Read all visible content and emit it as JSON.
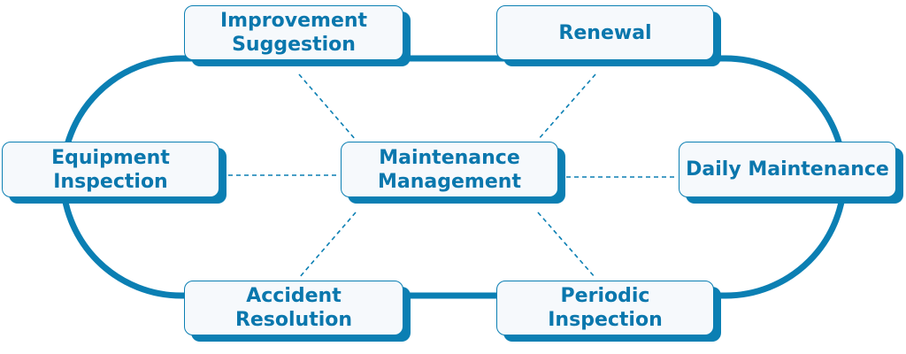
{
  "colors": {
    "accent": "#0b7fb3",
    "text": "#0a77ad",
    "node_fill": "#f6f9fc",
    "background": "#ffffff"
  },
  "diagram": {
    "center": {
      "label": "Maintenance\nManagement"
    },
    "nodes": {
      "improvement": {
        "label": "Improvement\nSuggestion"
      },
      "renewal": {
        "label": "Renewal"
      },
      "equipment": {
        "label": "Equipment\nInspection"
      },
      "daily": {
        "label": "Daily Maintenance"
      },
      "accident": {
        "label": "Accident\nResolution"
      },
      "periodic": {
        "label": "Periodic\nInspection"
      }
    }
  }
}
